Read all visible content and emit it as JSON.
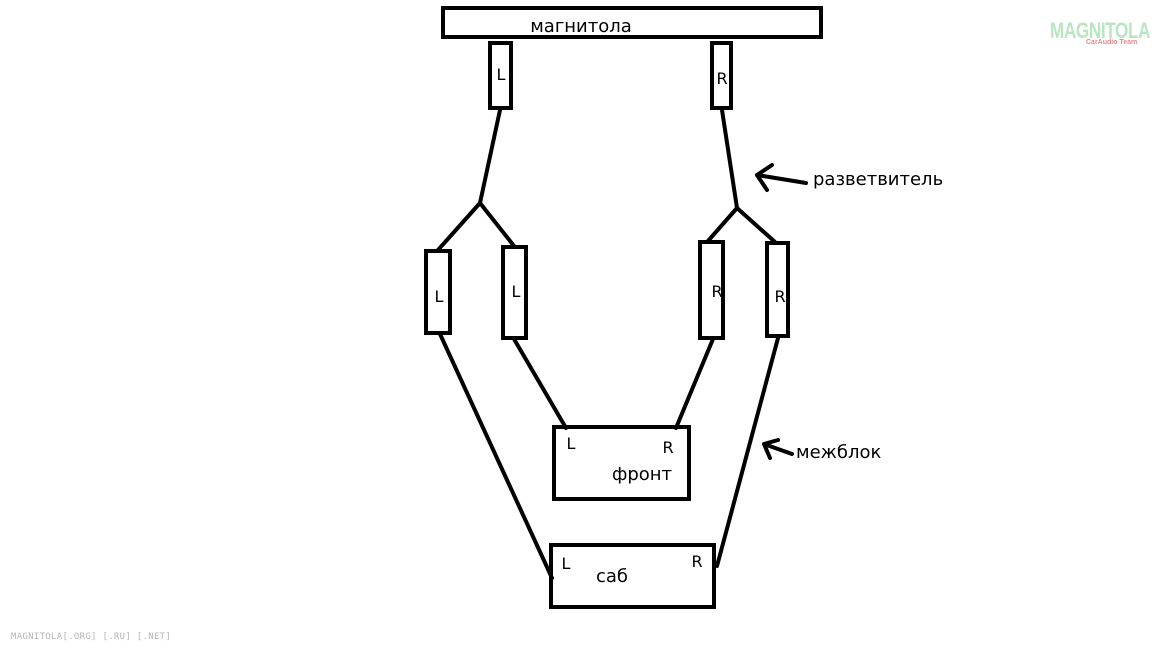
{
  "diagram": {
    "head_unit_label": "магнитола",
    "head_out_left": "L",
    "head_out_right": "R",
    "split_left_a": "L",
    "split_left_b": "L",
    "split_right_a": "R",
    "split_right_b": "R",
    "front_label": "фронт",
    "front_in_left": "L",
    "front_in_right": "R",
    "sub_label": "саб",
    "sub_in_left": "L",
    "sub_in_right": "R",
    "splitter_annotation": "разветвитель",
    "cable_annotation": "межблок"
  },
  "watermark": {
    "logo_text": "MAGNITOLA",
    "logo_subtext": "CarAudio Team",
    "footer_text": "MAGNITOLA[.ORG] [.RU] [.NET]"
  },
  "colors": {
    "stroke": "#000000",
    "background": "#ffffff",
    "logo_green": "#b9e6c2",
    "logo_red": "#e58a8a",
    "footer_gray": "#b5b5b5"
  }
}
